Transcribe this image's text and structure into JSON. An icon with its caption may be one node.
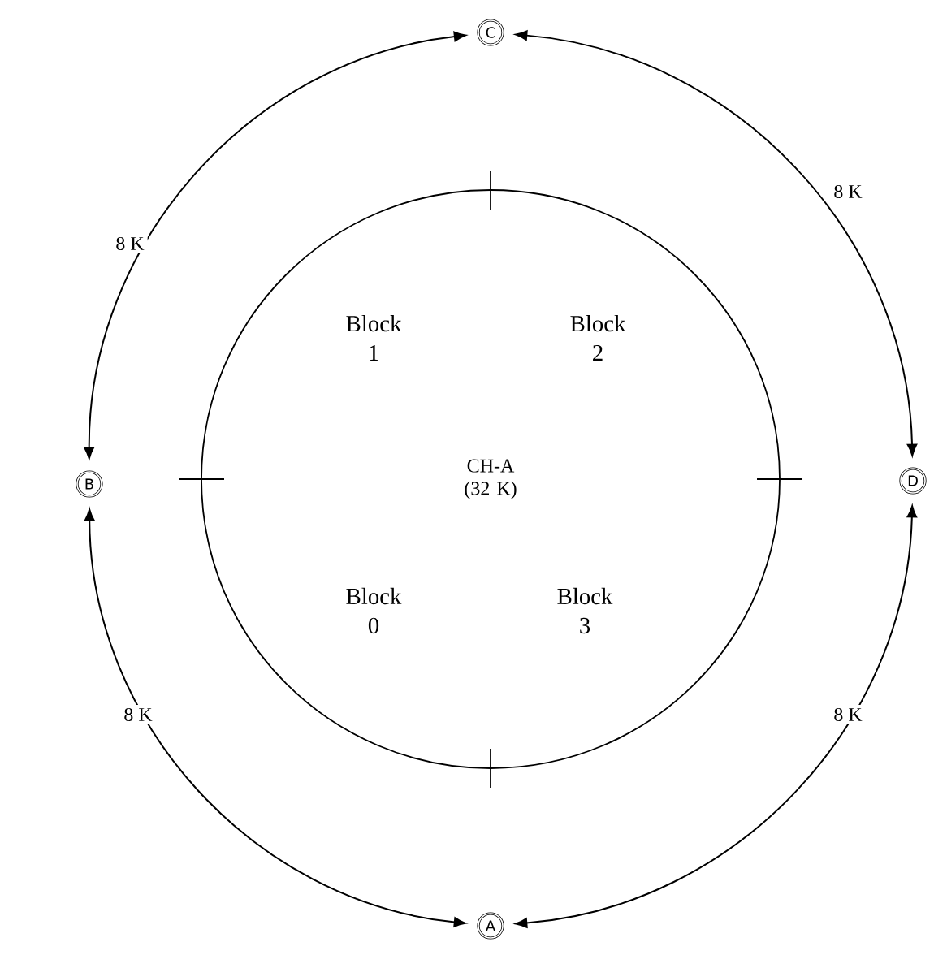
{
  "diagram": {
    "nodes": [
      {
        "text": [
          "CH-A (32 K)"
        ]
      },
      {
        "text": [
          "C"
        ]
      },
      {
        "text": [
          "B"
        ]
      },
      {
        "text": [
          "D"
        ]
      },
      {
        "text": [
          "A"
        ]
      }
    ],
    "edges": [
      {
        "from": 2,
        "to": 1,
        "arrow": "both",
        "label": "8 K"
      },
      {
        "from": 1,
        "to": 3,
        "arrow": "both",
        "label": "8 K"
      },
      {
        "from": 3,
        "to": 4,
        "arrow": "both",
        "label": "8 K"
      },
      {
        "from": 4,
        "to": 2,
        "arrow": "both",
        "label": "8 K"
      }
    ],
    "labels": [
      "Block 1",
      "Block 2",
      "Block 0",
      "Block 3"
    ]
  }
}
